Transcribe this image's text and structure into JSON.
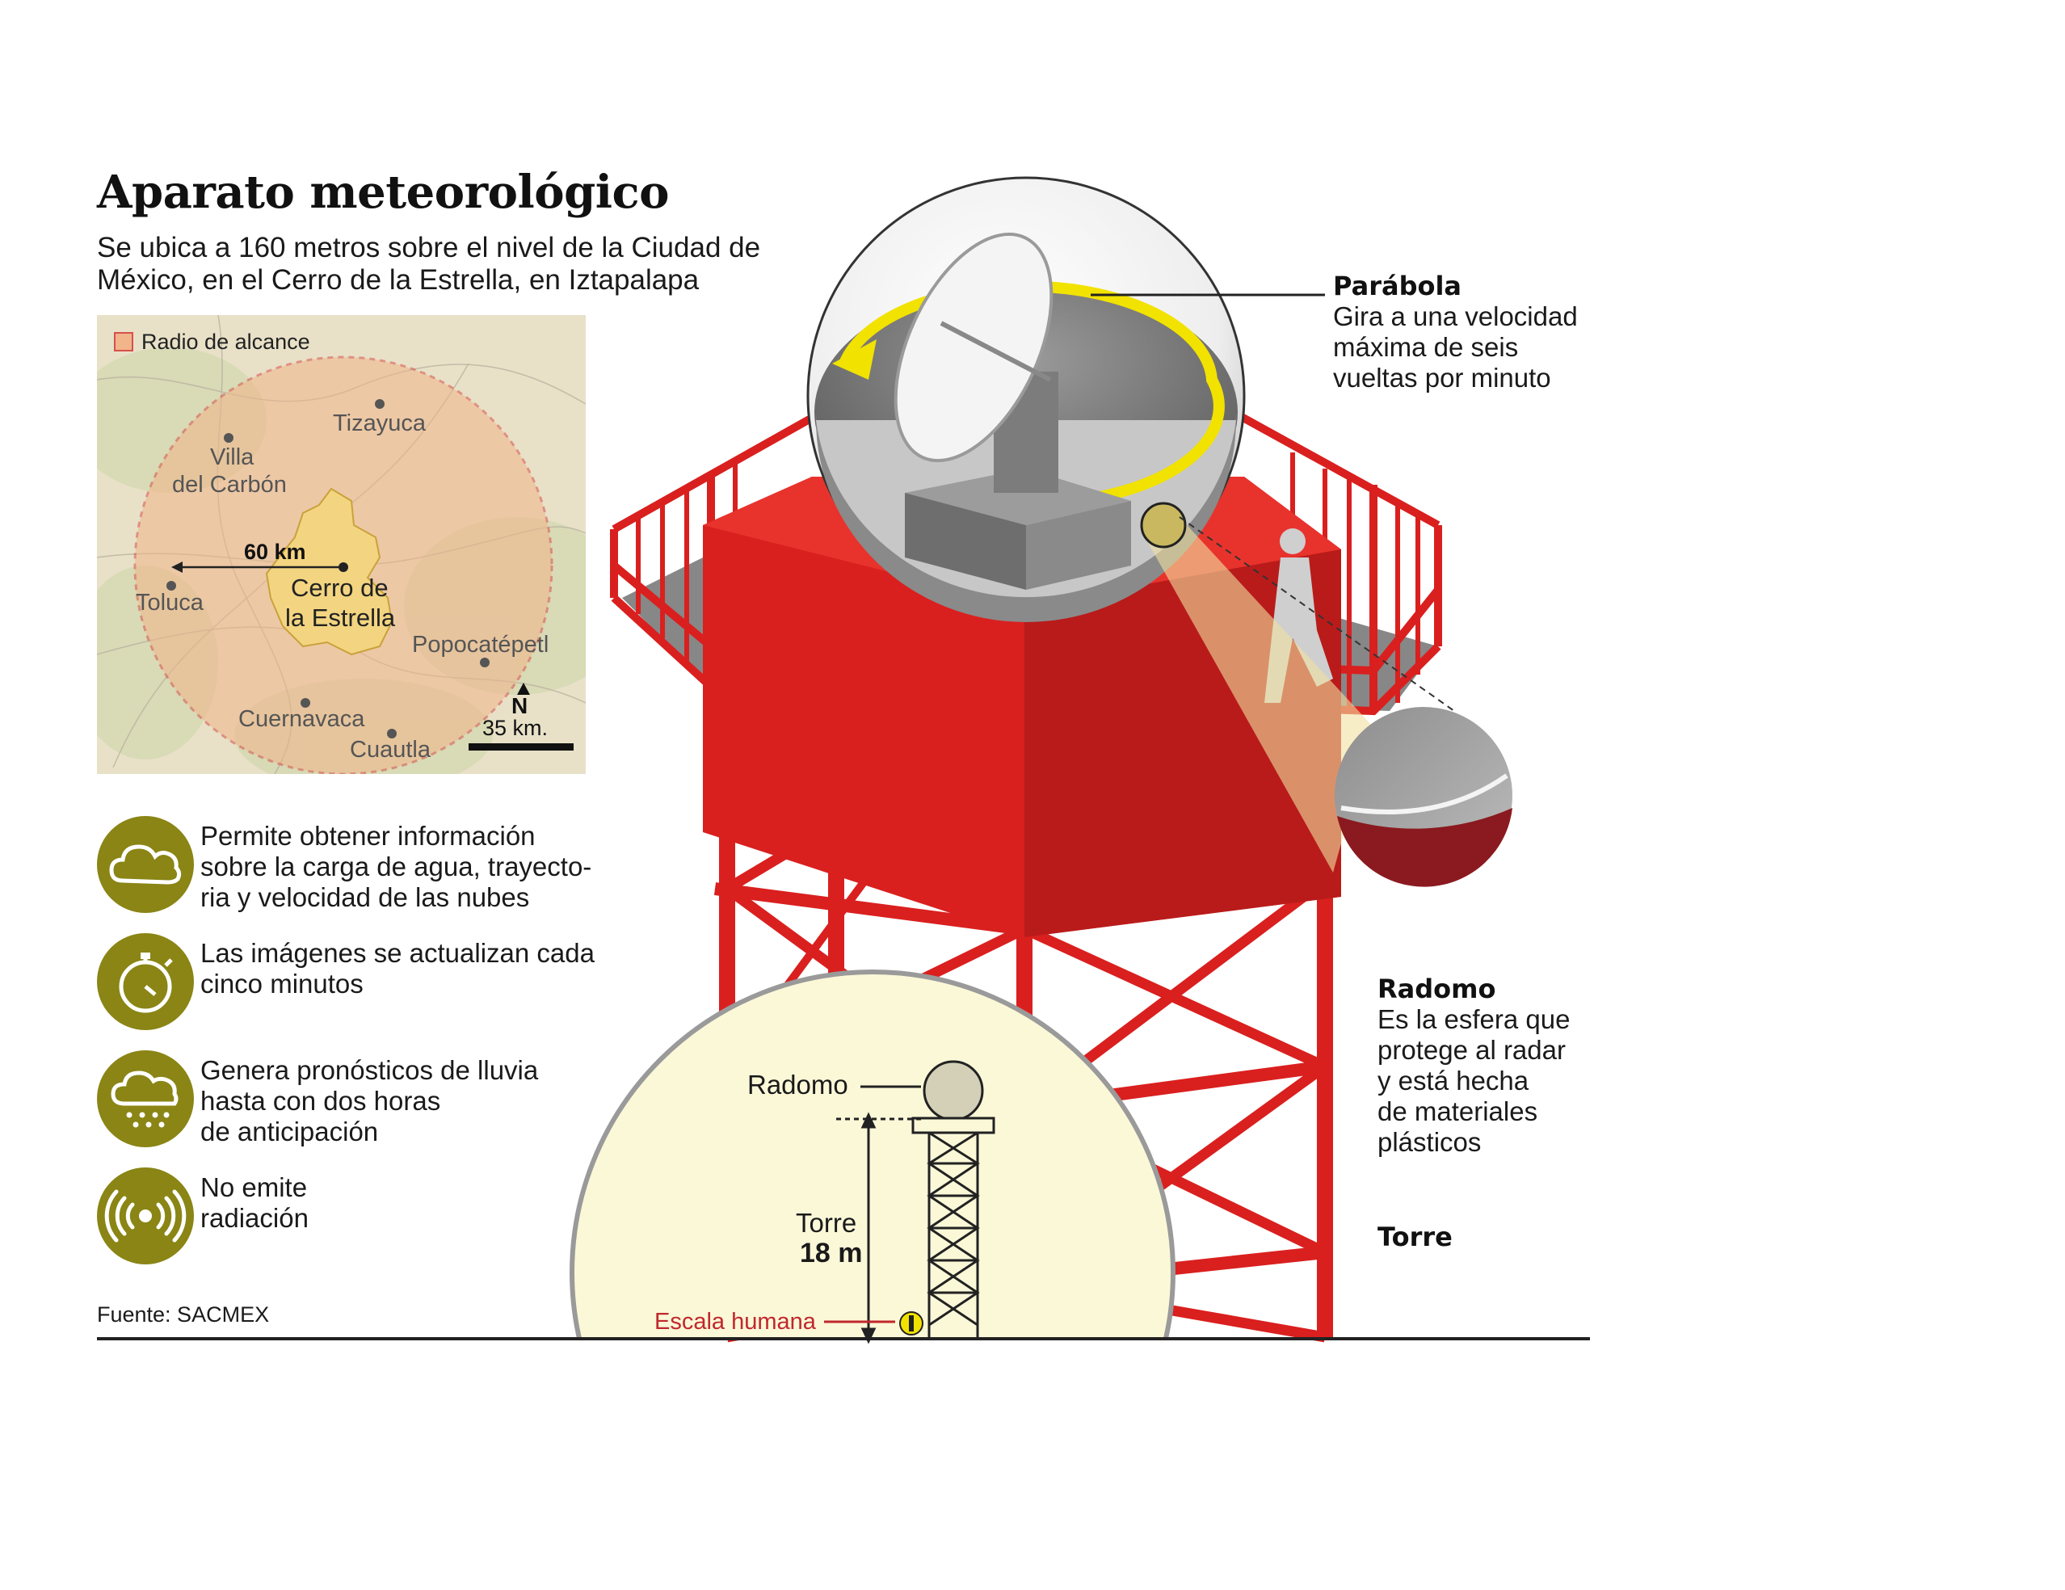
{
  "header": {
    "title": "Aparato meteorológico",
    "subtitle_line1": "Se ubica a 160 metros sobre el nivel de la Ciudad de",
    "subtitle_line2": "México, en el Cerro de la Estrella, en Iztapalapa"
  },
  "map": {
    "legend_label": "Radio de alcance",
    "radius_label": "60 km",
    "center_label_line1": "Cerro de",
    "center_label_line2": "la Estrella",
    "places": {
      "tizayuca": "Tizayuca",
      "villa_line1": "Villa",
      "villa_line2": "del Carbón",
      "toluca": "Toluca",
      "popocatepetl": "Popocatépetl",
      "cuernavaca": "Cuernavaca",
      "cuautla": "Cuautla"
    },
    "north_label": "N",
    "scale_label": "35 km.",
    "colors": {
      "range_fill": "#f2b48a",
      "range_border": "#d6504a",
      "city_fill": "#f3d581"
    }
  },
  "features": [
    {
      "icon": "cloud-icon",
      "lines": [
        "Permite obtener información",
        "sobre la carga de agua, trayecto-",
        "ria y velocidad de las nubes"
      ]
    },
    {
      "icon": "stopwatch-icon",
      "lines": [
        "Las imágenes se actualizan cada",
        "cinco minutos"
      ]
    },
    {
      "icon": "rain-cloud-icon",
      "lines": [
        "Genera pronósticos de lluvia",
        "hasta con dos horas",
        "de anticipación"
      ]
    },
    {
      "icon": "no-radiation-icon",
      "lines": [
        "No emite",
        "radiación"
      ]
    }
  ],
  "source": "Fuente: SACMEX",
  "callouts": {
    "parabola": {
      "title": "Parábola",
      "lines": [
        "Gira a una velocidad",
        "máxima de seis",
        "vueltas por minuto"
      ]
    },
    "radomo": {
      "title": "Radomo",
      "lines": [
        "Es la esfera que",
        "protege al radar",
        "y está hecha",
        "de materiales",
        "plásticos"
      ]
    },
    "torre": {
      "title": "Torre"
    }
  },
  "scale_inset": {
    "radomo_label": "Radomo",
    "torre_label": "Torre",
    "height_label": "18 m",
    "human_label": "Escala humana"
  },
  "colors": {
    "tower_red": "#d9201f",
    "icon_olive": "#8a8515",
    "arrow_yellow": "#f2e200",
    "inset_cream": "#fbf8d8",
    "human_scale_red": "#c0282c"
  }
}
